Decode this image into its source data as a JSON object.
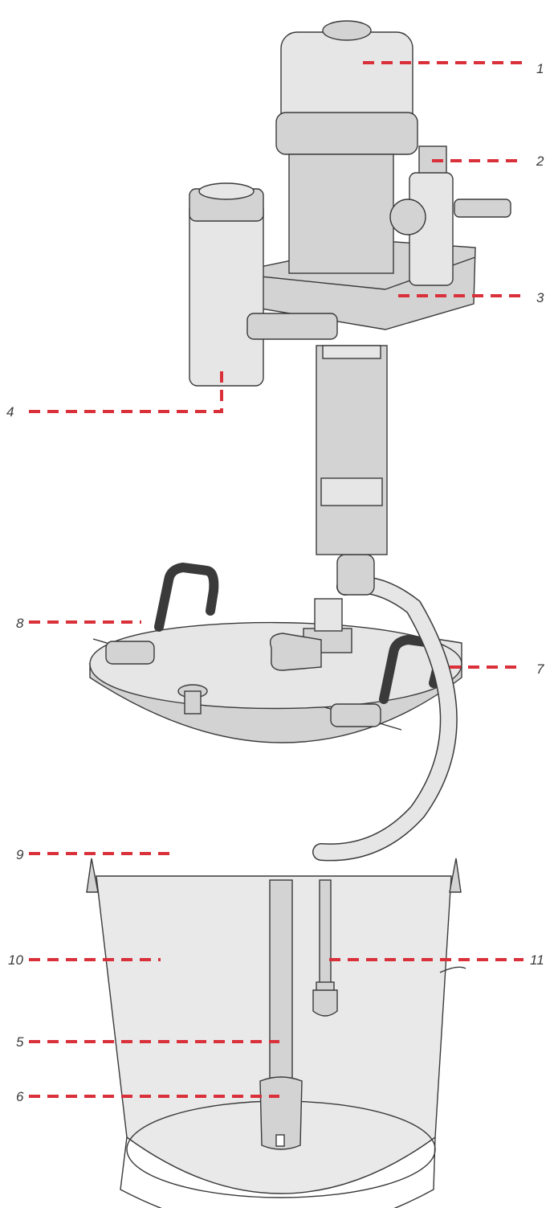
{
  "colors": {
    "leader": "#d9303a",
    "outline": "#3a3a3a",
    "metal_fill": "#d3d3d3",
    "metal_light": "#e6e6e6",
    "bucket_fill": "#e9e9e9"
  },
  "icons": [
    "pump-body-icon",
    "air-regulator-icon",
    "mounting-bracket-icon",
    "filter-canister-icon",
    "suction-tube-icon",
    "strainer-icon",
    "hose-icon",
    "handle-icon",
    "fill-plug-icon",
    "bucket-icon",
    "level-sensor-icon"
  ],
  "callouts": [
    {
      "id": "1",
      "label": "1"
    },
    {
      "id": "2",
      "label": "2"
    },
    {
      "id": "3",
      "label": "3"
    },
    {
      "id": "4",
      "label": "4"
    },
    {
      "id": "5",
      "label": "5"
    },
    {
      "id": "6",
      "label": "6"
    },
    {
      "id": "7",
      "label": "7"
    },
    {
      "id": "8",
      "label": "8"
    },
    {
      "id": "9",
      "label": "9"
    },
    {
      "id": "10",
      "label": "10"
    },
    {
      "id": "11",
      "label": "11"
    }
  ]
}
